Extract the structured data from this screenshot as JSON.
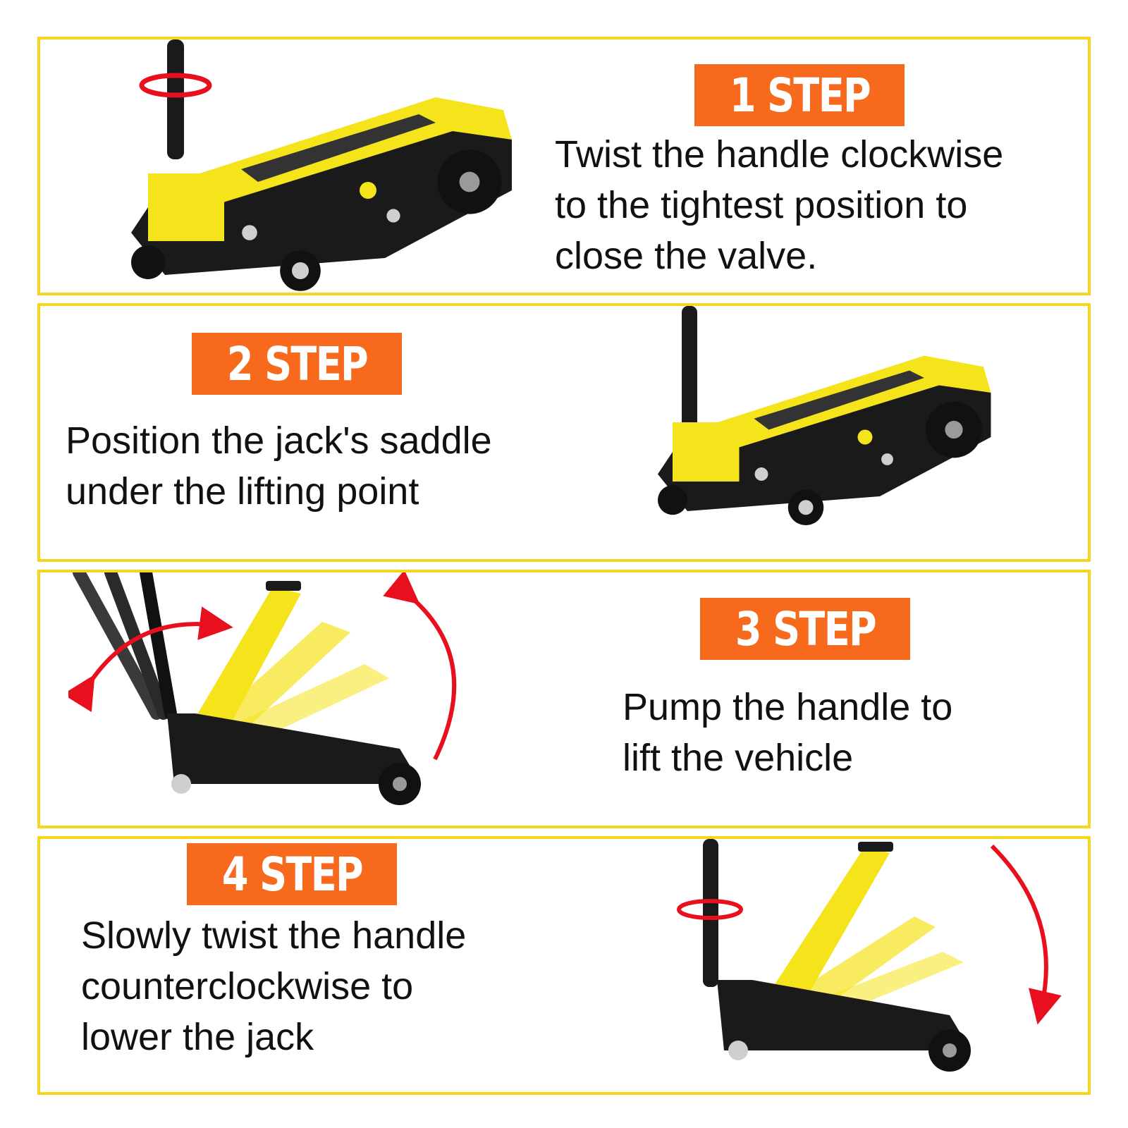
{
  "colors": {
    "border": "#f7d51d",
    "badge": "#f76a1d",
    "jack_yellow": "#f5e31c",
    "jack_black": "#1a1a1a",
    "arrow_red": "#e8101e"
  },
  "steps": [
    {
      "label": "1 STEP",
      "lines": [
        "Twist the handle clockwise",
        "to the tightest position to",
        "close the valve."
      ],
      "icon": "floor-jack-closed-valve"
    },
    {
      "label": "2 STEP",
      "lines": [
        "Position the jack's saddle",
        "under the lifting point"
      ],
      "icon": "floor-jack-positioned"
    },
    {
      "label": "3 STEP",
      "lines": [
        "Pump the handle to",
        "lift the vehicle"
      ],
      "icon": "floor-jack-lifting"
    },
    {
      "label": "4 STEP",
      "lines": [
        "Slowly twist the handle",
        "counterclockwise to",
        "lower the jack"
      ],
      "icon": "floor-jack-lowering"
    }
  ]
}
